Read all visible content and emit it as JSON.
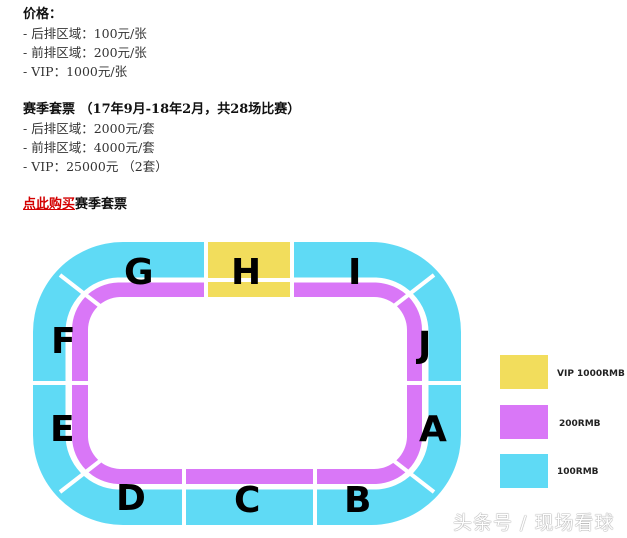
{
  "pricing": {
    "heading": "价格：",
    "items": [
      "- 后排区域：100元/张",
      "- 前排区域：200元/张",
      "- VIP：1000元/张"
    ]
  },
  "season_ticket": {
    "heading": "赛季套票 （17年9月-18年2月，共28场比赛）",
    "items": [
      "- 后排区域：2000元/套",
      "- 前排区域：4000元/套",
      "- VIP：25000元 （2套）"
    ]
  },
  "buy": {
    "link_label": "点此购买",
    "rest_label": "赛季套票"
  },
  "seating_map": {
    "sections": [
      "A",
      "B",
      "C",
      "D",
      "E",
      "F",
      "G",
      "H",
      "I",
      "J"
    ],
    "labels": {
      "A": "A",
      "B": "B",
      "C": "C",
      "D": "D",
      "E": "E",
      "F": "F",
      "G": "G",
      "H": "H",
      "I": "I",
      "J": "J"
    },
    "colors": {
      "vip": "#f2dd5c",
      "front": "#d977f7",
      "back": "#5fdaf5"
    }
  },
  "legend": [
    {
      "label": "VIP 1000RMB",
      "color": "#f2dd5c"
    },
    {
      "label": "200RMB",
      "color": "#d977f7"
    },
    {
      "label": "100RMB",
      "color": "#5fdaf5"
    }
  ],
  "watermark": "头条号 / 现场看球"
}
